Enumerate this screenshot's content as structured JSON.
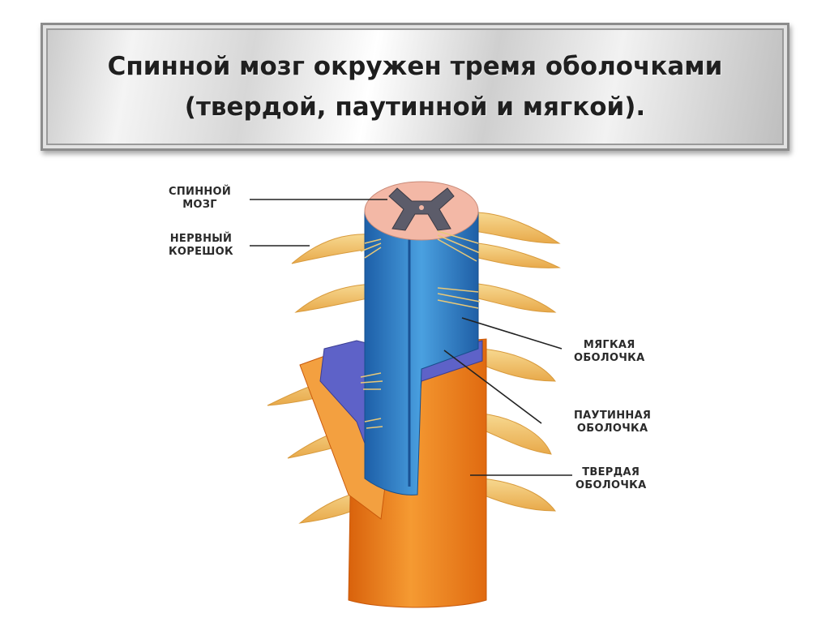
{
  "title": {
    "line1": "Спинной мозг окружен тремя оболочками",
    "line2": "(твердой, паутинной и мягкой)."
  },
  "labels": {
    "spinal_cord": [
      "СПИННОЙ",
      "МОЗГ"
    ],
    "nerve_root": [
      "НЕРВНЫЙ",
      "КОРЕШОК"
    ],
    "pia_mater": [
      "МЯГКАЯ",
      "ОБОЛОЧКА"
    ],
    "arachnoid": [
      "ПАУТИННАЯ",
      "ОБОЛОЧКА"
    ],
    "dura_mater": [
      "ТВЕРДАЯ",
      "ОБОЛОЧКА"
    ]
  },
  "colors": {
    "dura": "#f28a1e",
    "pia": "#3a86c8",
    "arachnoid": "#5a5fc4",
    "nerve": "#f2c46a",
    "gray_matter": "#5c5c6a",
    "white_matter": "#f3b8a6"
  }
}
